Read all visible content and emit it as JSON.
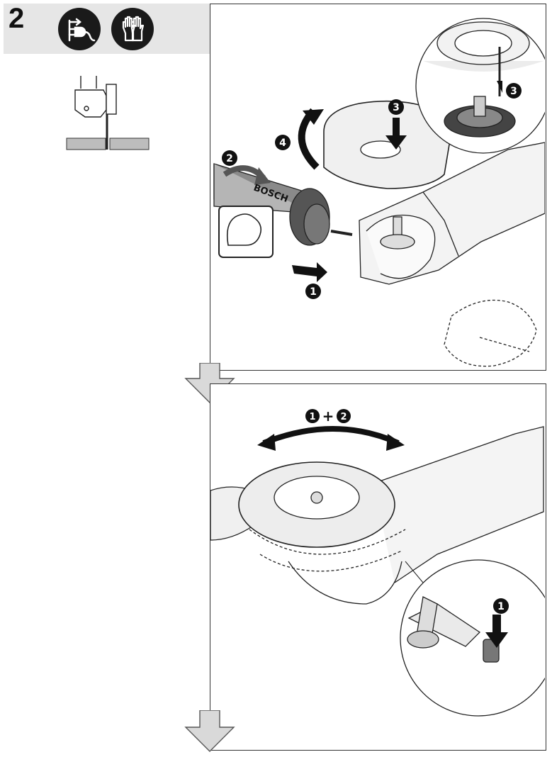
{
  "step": {
    "number": "2"
  },
  "panel1": {
    "callouts": {
      "c1": "1",
      "c2": "2",
      "c3": "3",
      "c3_inset": "3",
      "c4": "4"
    },
    "brand_text": "BOSCH"
  },
  "panel2": {
    "label_combo": {
      "a": "1",
      "plus": "+",
      "b": "2"
    },
    "callouts": {
      "c1": "1"
    }
  },
  "icons": [
    "unplug-icon",
    "gloves-icon"
  ]
}
